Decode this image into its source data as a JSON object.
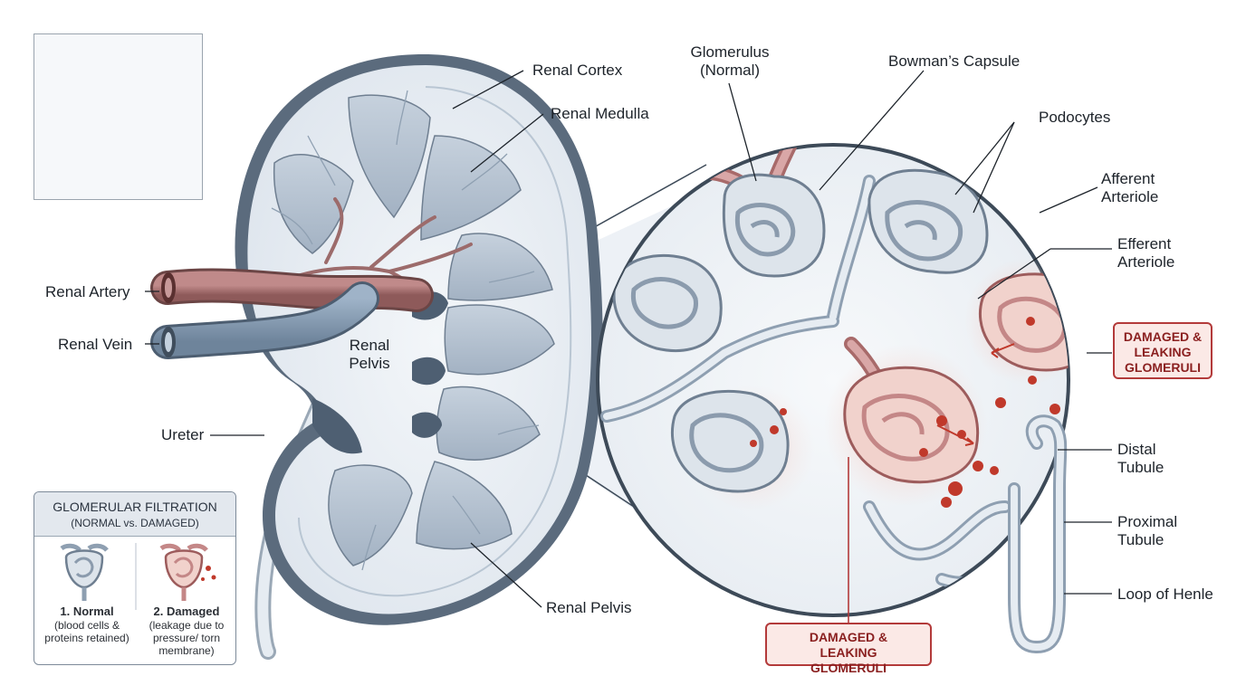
{
  "labels": {
    "renal_cortex": "Renal Cortex",
    "renal_medulla": "Renal Medulla",
    "renal_artery": "Renal Artery",
    "renal_vein": "Renal Vein",
    "renal_pelvis_inner": "Renal Pelvis",
    "ureter": "Ureter",
    "renal_pelvis_bottom": "Renal Pelvis",
    "glomerulus_normal": "Glomerulus (Normal)",
    "bowmans_capsule": "Bowman’s Capsule",
    "podocytes": "Podocytes",
    "afferent_arteriole": "Afferent Arteriole",
    "efferent_arteriole": "Efferent Arteriole",
    "distal_tubule": "Distal Tubule",
    "proximal_tubule": "Proximal Tubule",
    "loop_of_henle": "Loop of Henle"
  },
  "callouts": {
    "damaged_right": "DAMAGED & LEAKING GLOMERULI",
    "damaged_bottom": "DAMAGED & LEAKING GLOMERULI"
  },
  "inset": {
    "title": "GLOMERULAR FILTRATION",
    "subtitle": "(NORMAL vs. DAMAGED)",
    "normal_title": "1. Normal",
    "normal_desc": "(blood cells & proteins retained)",
    "damaged_title": "2. Damaged",
    "damaged_desc": "(leakage due to pressure/ torn membrane)"
  },
  "colors": {
    "vessel_blue": "#8a9db3",
    "artery_red": "#b06c6c",
    "damage_red": "#c0392b",
    "outline": "#3d4a58",
    "callout_fill": "#fbe9e6",
    "callout_border": "#b33a3a"
  }
}
